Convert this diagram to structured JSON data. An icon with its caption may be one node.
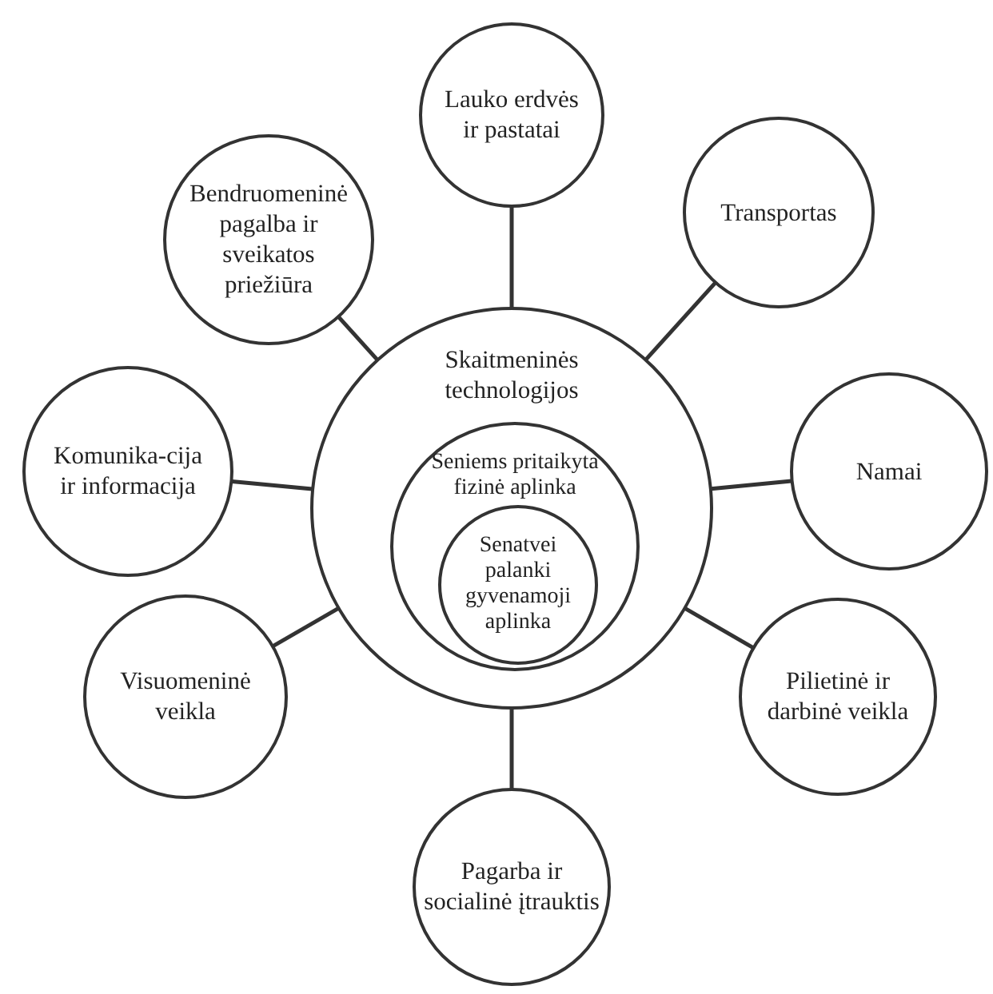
{
  "diagram": {
    "nodes": [
      {
        "text": [
          "Lauko erdvės ir pastatai"
        ]
      },
      {
        "text": [
          "Bendruomeninė pagalba ir sveikatos priežiūra"
        ]
      },
      {
        "text": [
          "Transportas"
        ]
      },
      {
        "text": [
          "Skaitmeninės technologijos"
        ]
      },
      {
        "text": [
          "Seniems pritaikyta fizinė aplinka"
        ],
        "in": 3
      },
      {
        "text": [
          "Senatvei palanki gyvenamoji aplinka"
        ],
        "in": 4
      },
      {
        "text": [
          "Komunika-cija ir informacija"
        ]
      },
      {
        "text": [
          "Namai"
        ]
      },
      {
        "text": [
          "Visuomeninė veikla"
        ]
      },
      {
        "text": [
          "Pilietinė ir darbinė veikla"
        ]
      },
      {
        "text": [
          "Pagarba ir socialinė įtrauktis"
        ]
      }
    ],
    "edges": [
      {
        "from": 0,
        "to": 3,
        "arrow": "none"
      },
      {
        "from": 1,
        "to": 3,
        "arrow": "none"
      },
      {
        "from": 2,
        "to": 3,
        "arrow": "none"
      },
      {
        "from": 6,
        "to": 3,
        "arrow": "none"
      },
      {
        "from": 7,
        "to": 3,
        "arrow": "none"
      },
      {
        "from": 8,
        "to": 3,
        "arrow": "none"
      },
      {
        "from": 9,
        "to": 3,
        "arrow": "none"
      },
      {
        "from": 10,
        "to": 3,
        "arrow": "none"
      }
    ]
  }
}
